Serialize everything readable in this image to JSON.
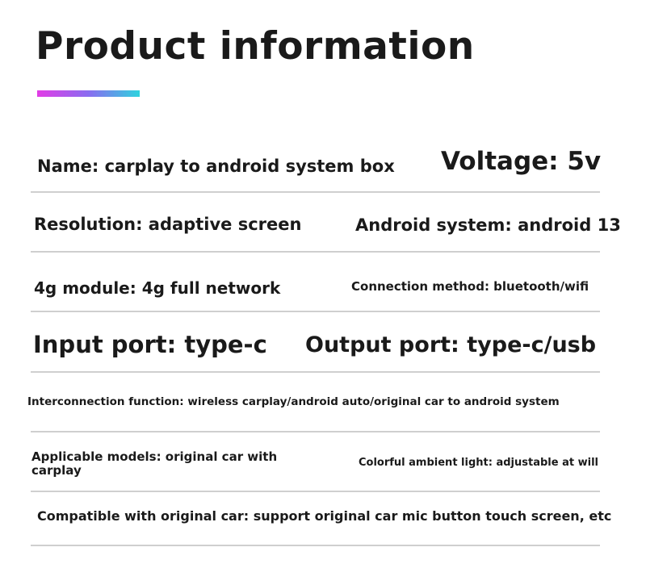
{
  "title": "Product information",
  "accent_gradient": [
    "#e23ce6",
    "#8a6cf0",
    "#2ed3de"
  ],
  "specs": {
    "name": "Name: carplay to android system box",
    "voltage": "Voltage: 5v",
    "resolution": "Resolution: adaptive screen",
    "android_system": "Android system: android 13",
    "module_4g": "4g module: 4g full network",
    "connection": "Connection method: bluetooth/wifi",
    "input_port": "Input port: type-c",
    "output_port": "Output port: type-c/usb",
    "interconnection": "Interconnection function: wireless carplay/android auto/original car to android system",
    "applicable_models": "Applicable models: original car with carplay",
    "ambient_light": "Colorful ambient light: adjustable at will",
    "compatible": "Compatible with original car: support original car mic button touch screen, etc"
  }
}
